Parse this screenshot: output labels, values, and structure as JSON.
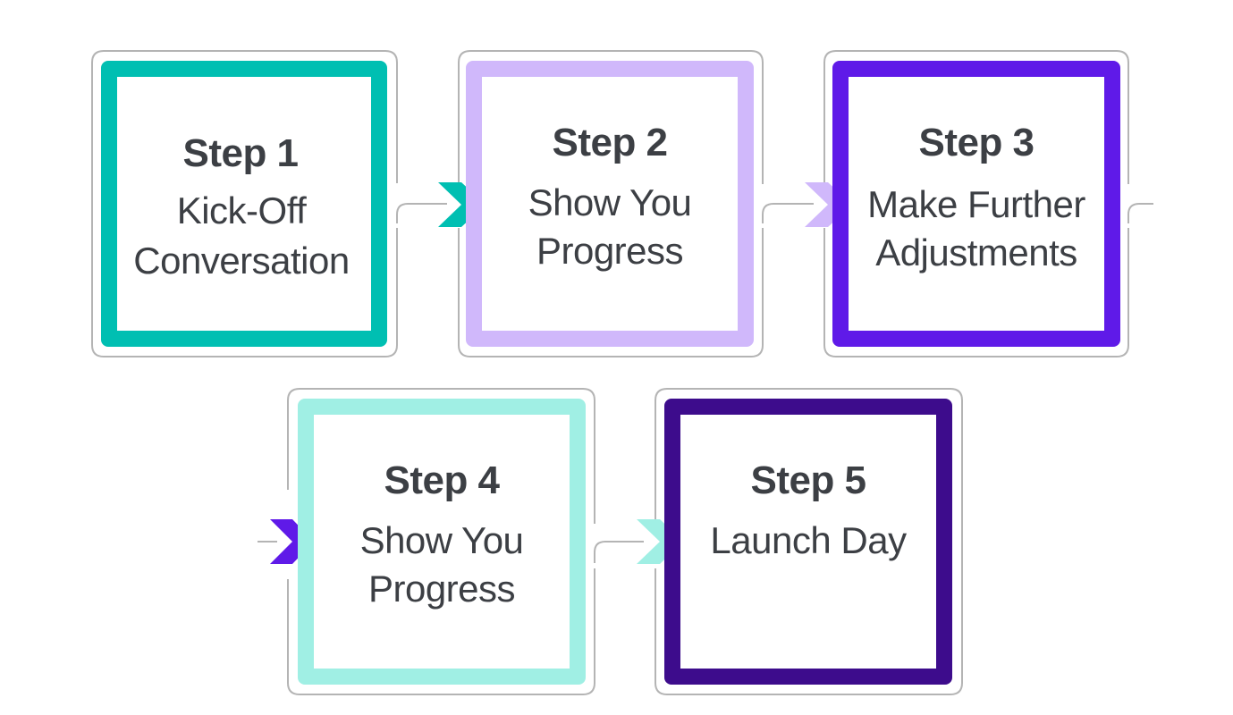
{
  "steps": [
    {
      "title": "Step 1",
      "lines": [
        "Kick-Off",
        "Conversation"
      ],
      "color": "#00bfb2"
    },
    {
      "title": "Step 2",
      "lines": [
        "Show You",
        "Progress"
      ],
      "color": "#d0b8fb"
    },
    {
      "title": "Step 3",
      "lines": [
        "Make Further",
        "Adjustments"
      ],
      "color": "#5f1ae8"
    },
    {
      "title": "Step 4",
      "lines": [
        "Show You",
        "Progress"
      ],
      "color": "#a0efe4"
    },
    {
      "title": "Step 5",
      "lines": [
        "Launch Day"
      ],
      "color": "#3d0c8c"
    }
  ],
  "colors": {
    "outline": "#b4b4b4",
    "text": "#3c3f44"
  }
}
